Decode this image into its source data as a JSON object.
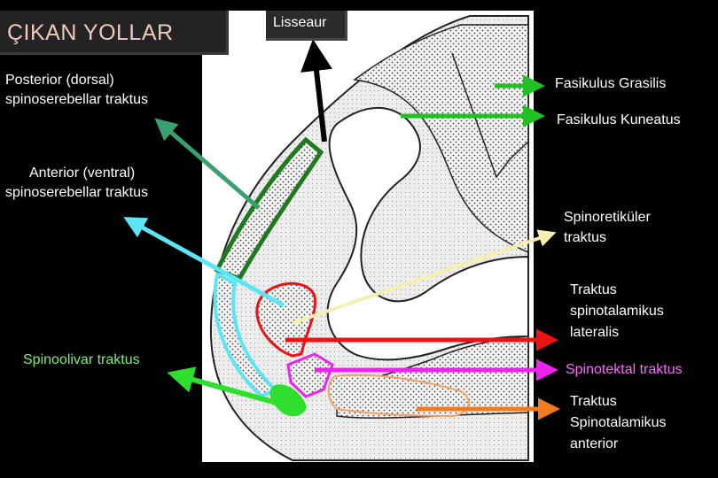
{
  "title": "ÇIKAN YOLLAR",
  "labels": {
    "lisseaur": "Lisseaur",
    "posterior_line1": "Posterior (dorsal)",
    "posterior_line2": "spinoserebellar traktus",
    "anterior_line1": "Anterior (ventral)",
    "anterior_line2": "spinoserebellar traktus",
    "spinoolivar": "Spinoolivar traktus",
    "grasilis": "Fasikulus Grasilis",
    "kuneatus": "Fasikulus Kuneatus",
    "spinoretikuler_line1": "Spinoretiküler",
    "spinoretikuler_line2": "traktus",
    "lateralis_line1": "Traktus",
    "lateralis_line2": "spinotalamikus",
    "lateralis_line3": "lateralis",
    "spinotektal": "Spinotektal traktus",
    "anterior_st_line1": "Traktus",
    "anterior_st_line2": "Spinotalamikus",
    "anterior_st_line3": "anterior"
  },
  "colors": {
    "background": "#000000",
    "section_bg": "#ffffff",
    "posterior_tract": "#1f7a1f",
    "posterior_arrow": "#3aa070",
    "anterior_tract": "#5ae6f5",
    "spinoolivar": "#2de02d",
    "grasilis_arrow": "#22c022",
    "spinoretikuler_arrow": "#f5f0b0",
    "lateralis": "#ee1111",
    "spinotektal": "#ee22ee",
    "anterior_spinotalamic": "#f07a20"
  }
}
